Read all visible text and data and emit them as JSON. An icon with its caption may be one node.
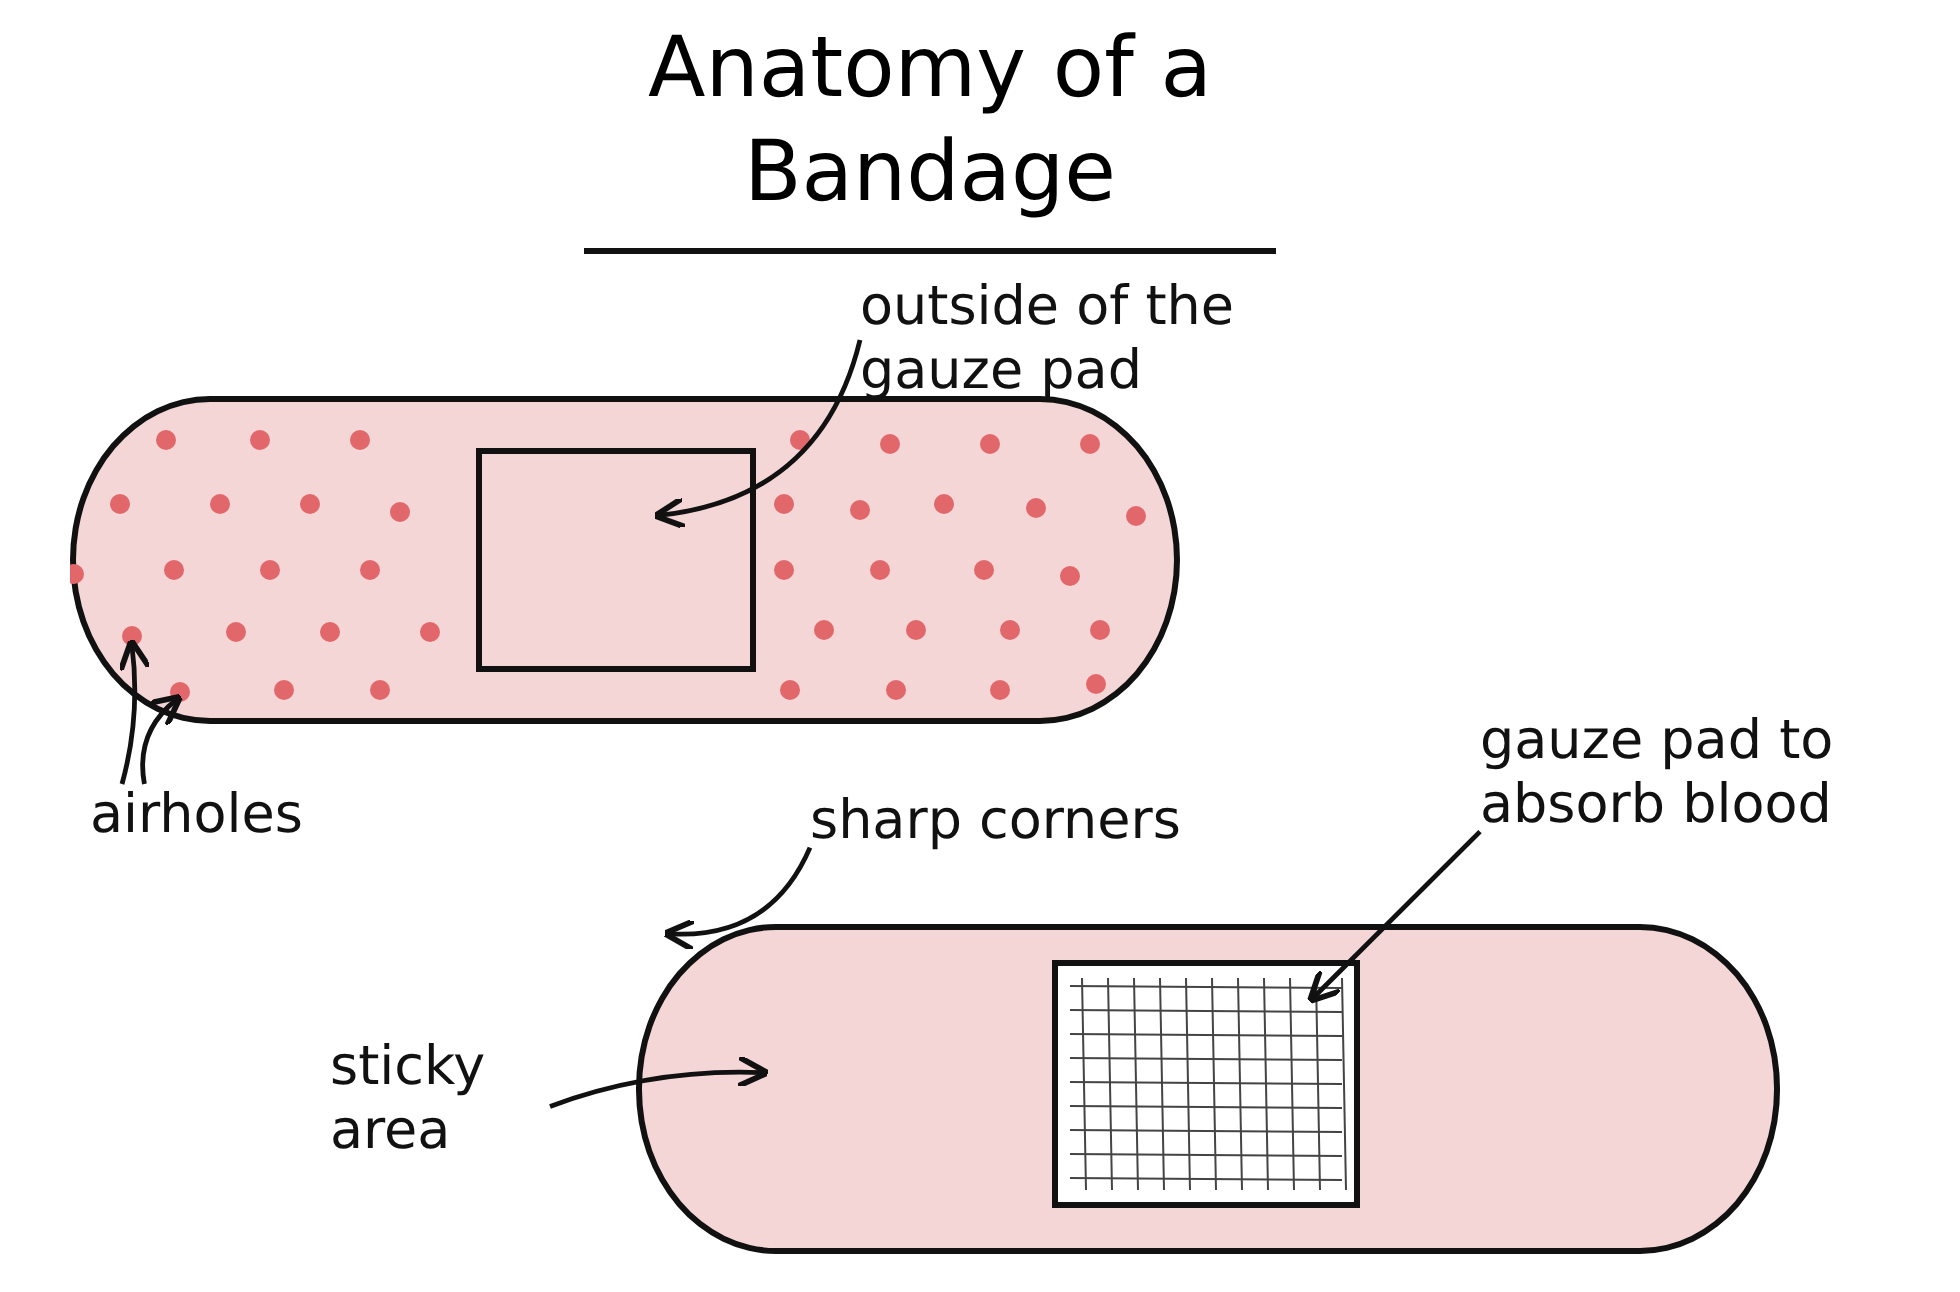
{
  "diagram": {
    "title": "Anatomy of a Bandage",
    "nodes": [
      {
        "text": [
          "outside of the gauze pad"
        ]
      },
      {
        "text": [],
        "shape": "bar"
      },
      {
        "text": [],
        "shape": "box",
        "in": 1
      },
      {
        "text": [
          "airholes"
        ]
      },
      {
        "text": [],
        "shape": "circle",
        "in": 1
      },
      {
        "text": [],
        "shape": "circle",
        "in": 1
      },
      {
        "text": [
          "sharp corners"
        ]
      },
      {
        "text": [],
        "shape": "bar"
      },
      {
        "text": [],
        "shape": "box",
        "in": 7
      },
      {
        "text": [
          "gauze pad to absorb blood"
        ]
      },
      {
        "text": [
          "sticky area"
        ]
      }
    ],
    "edges": [
      {
        "from": 0,
        "to": 2,
        "arrow": "to"
      },
      {
        "from": 3,
        "to": 4,
        "arrow": "to"
      },
      {
        "from": 3,
        "to": 5,
        "arrow": "to"
      },
      {
        "from": 6,
        "to": 7,
        "arrow": "to"
      },
      {
        "from": 9,
        "to": 8,
        "arrow": "to"
      },
      {
        "from": 10,
        "to": 7,
        "arrow": "to"
      }
    ]
  }
}
